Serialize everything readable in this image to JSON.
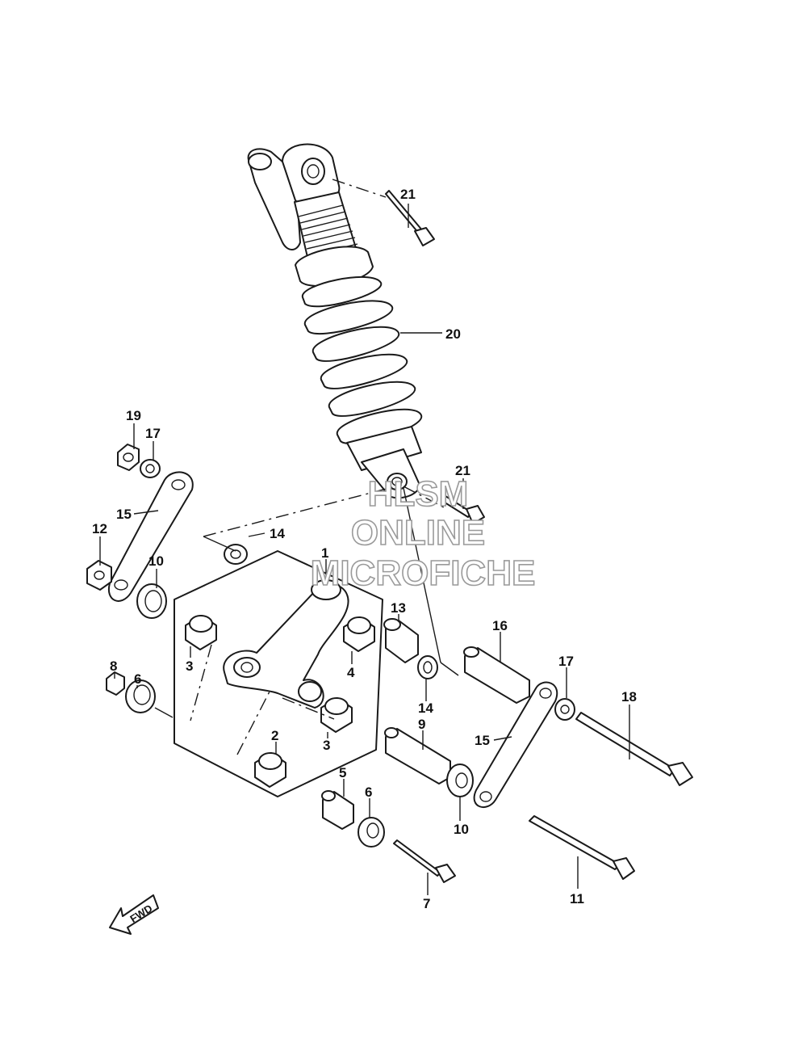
{
  "watermark": {
    "line1": "HLSM",
    "line2": "ONLINE",
    "line3": "MICROFICHE"
  },
  "direction_label": "FWD",
  "callouts": {
    "c21a": "21",
    "c20": "20",
    "c21b": "21",
    "c19": "19",
    "c17a": "17",
    "c15a": "15",
    "c12": "12",
    "c10a": "10",
    "c14a": "14",
    "c1": "1",
    "c3a": "3",
    "c4": "4",
    "c3b": "3",
    "c2": "2",
    "c8": "8",
    "c6a": "6",
    "c13": "13",
    "c14b": "14",
    "c9": "9",
    "c5": "5",
    "c6b": "6",
    "c7": "7",
    "c10b": "10",
    "c16": "16",
    "c17b": "17",
    "c18": "18",
    "c15b": "15",
    "c11": "11"
  }
}
